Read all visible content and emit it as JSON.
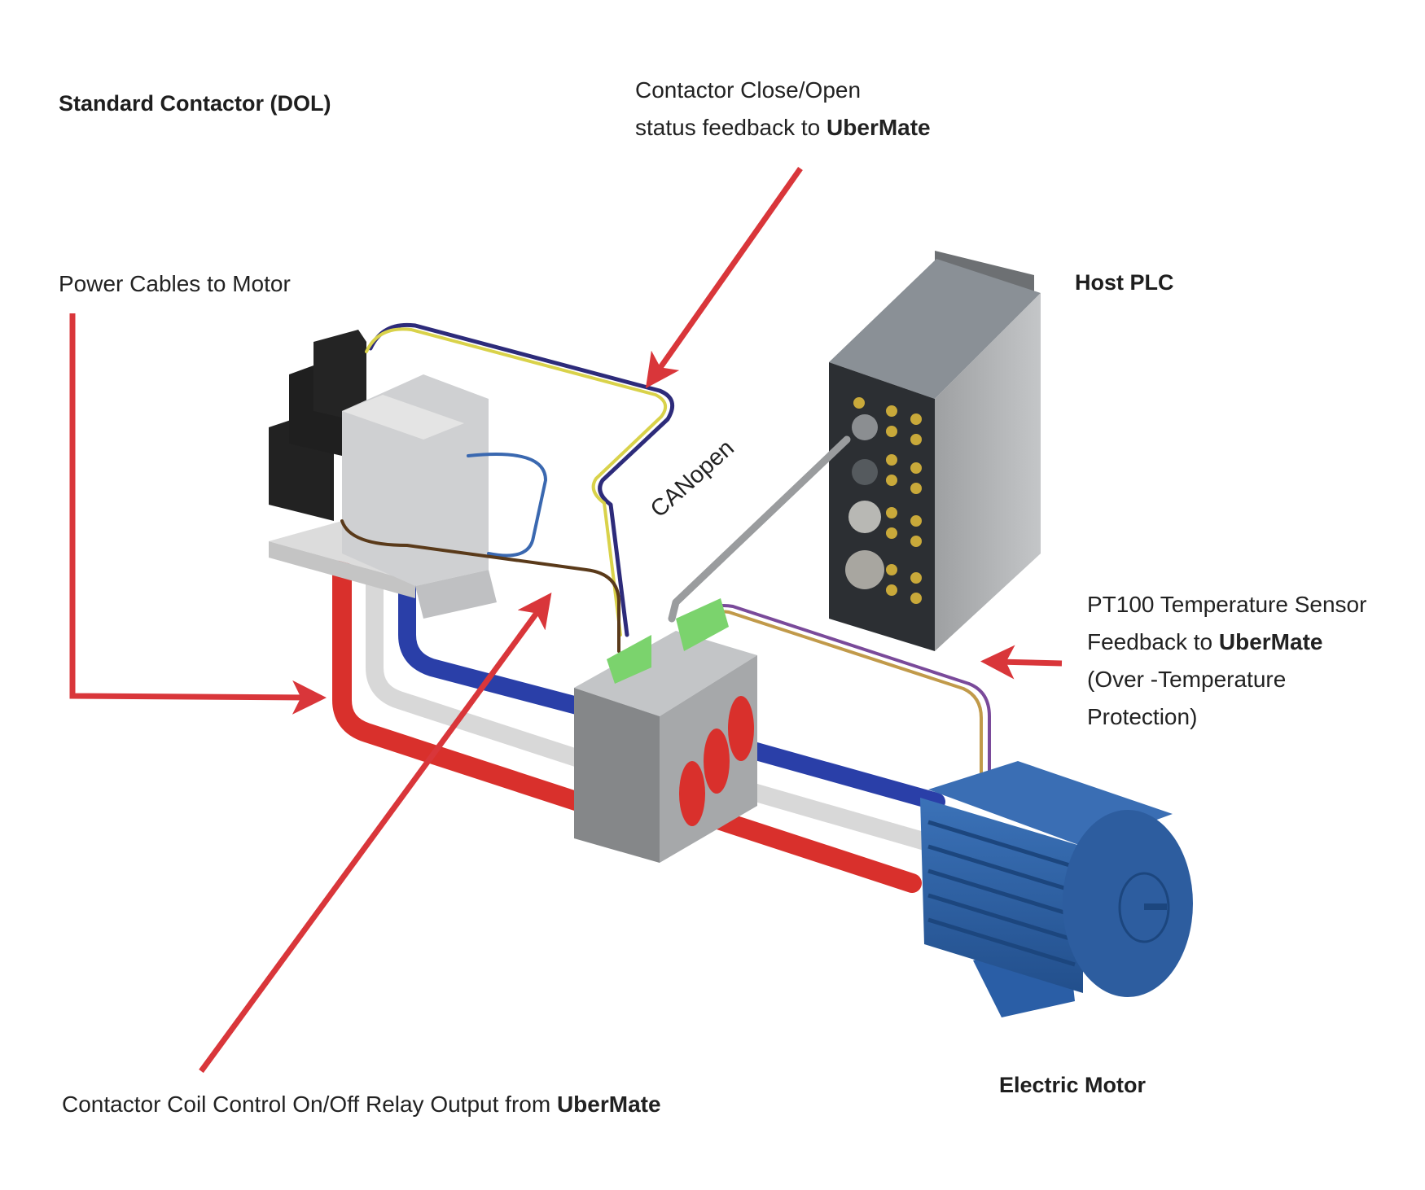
{
  "titles": {
    "contactor": "Standard Contactor (DOL)",
    "host_plc": "Host PLC",
    "motor": "Electric Motor"
  },
  "annotations": {
    "status_feedback": {
      "line1": "Contactor Close/Open",
      "line2_prefix": "status feedback to ",
      "line2_bold": "UberMate"
    },
    "power_cables": "Power Cables to Motor",
    "coil_control": {
      "prefix": "Contactor Coil Control On/Off Relay Output from ",
      "bold": "UberMate"
    },
    "pt100": {
      "line1": "PT100 Temperature Sensor",
      "line2_prefix": "Feedback to ",
      "line2_bold": "UberMate",
      "line3": "(Over -Temperature",
      "line4": "Protection)"
    },
    "canopen": "CANopen"
  },
  "colors": {
    "arrow": "#d9363a",
    "cable_red": "#d9302c",
    "cable_white": "#d8d8d8",
    "cable_blue": "#2a3fa8",
    "motor_blue": "#2f62a6",
    "plc_dark": "#2a2d30",
    "module_grey": "#8d8f91",
    "terminal_green": "#7bd36d"
  }
}
